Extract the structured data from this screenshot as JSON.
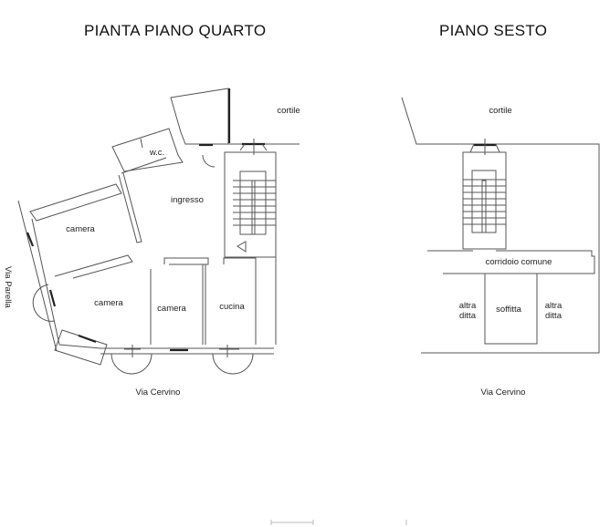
{
  "titles": {
    "left": "PIANTA PIANO QUARTO",
    "right": "PIANO SESTO"
  },
  "left_plan": {
    "rooms": {
      "cortile": "cortile",
      "wc": "w.c.",
      "ingresso": "ingresso",
      "camera_1": "camera",
      "camera_2": "camera",
      "camera_3": "camera",
      "cucina": "cucina"
    },
    "streets": {
      "side": "Via Parella",
      "front": "Via Cervino"
    }
  },
  "right_plan": {
    "rooms": {
      "cortile": "cortile",
      "corridoio": "corridoio comune",
      "altra_ditta_left_1": "altra",
      "altra_ditta_left_2": "ditta",
      "soffitta": "soffitta",
      "altra_ditta_right_1": "altra",
      "altra_ditta_right_2": "ditta"
    },
    "streets": {
      "front": "Via Cervino"
    }
  }
}
